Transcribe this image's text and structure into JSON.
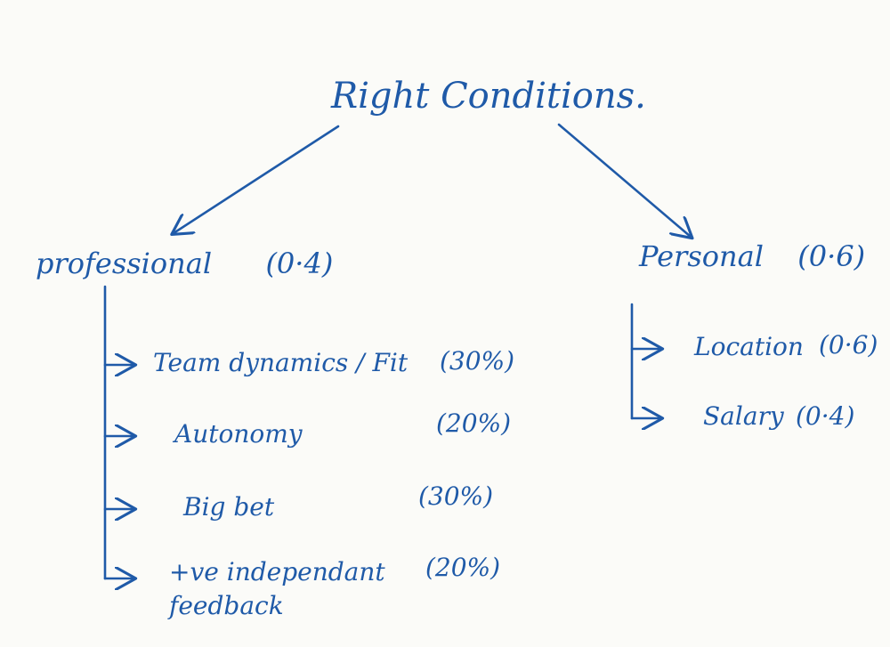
{
  "root": {
    "label": "Right Conditions."
  },
  "branches": [
    {
      "id": "professional",
      "label": "professional",
      "weight": "(0·4)",
      "items": [
        {
          "label": "Team dynamics / Fit",
          "weight": "(30%)"
        },
        {
          "label": "Autonomy",
          "weight": "(20%)"
        },
        {
          "label": "Big bet",
          "weight": "(30%)"
        },
        {
          "label": "+ve independant feedback",
          "weight": "(20%)"
        }
      ]
    },
    {
      "id": "personal",
      "label": "Personal",
      "weight": "(0·6)",
      "items": [
        {
          "label": "Location",
          "weight": "(0·6)"
        },
        {
          "label": "Salary",
          "weight": "(0·4)"
        }
      ]
    }
  ],
  "ink_color": "#1f5aa8"
}
